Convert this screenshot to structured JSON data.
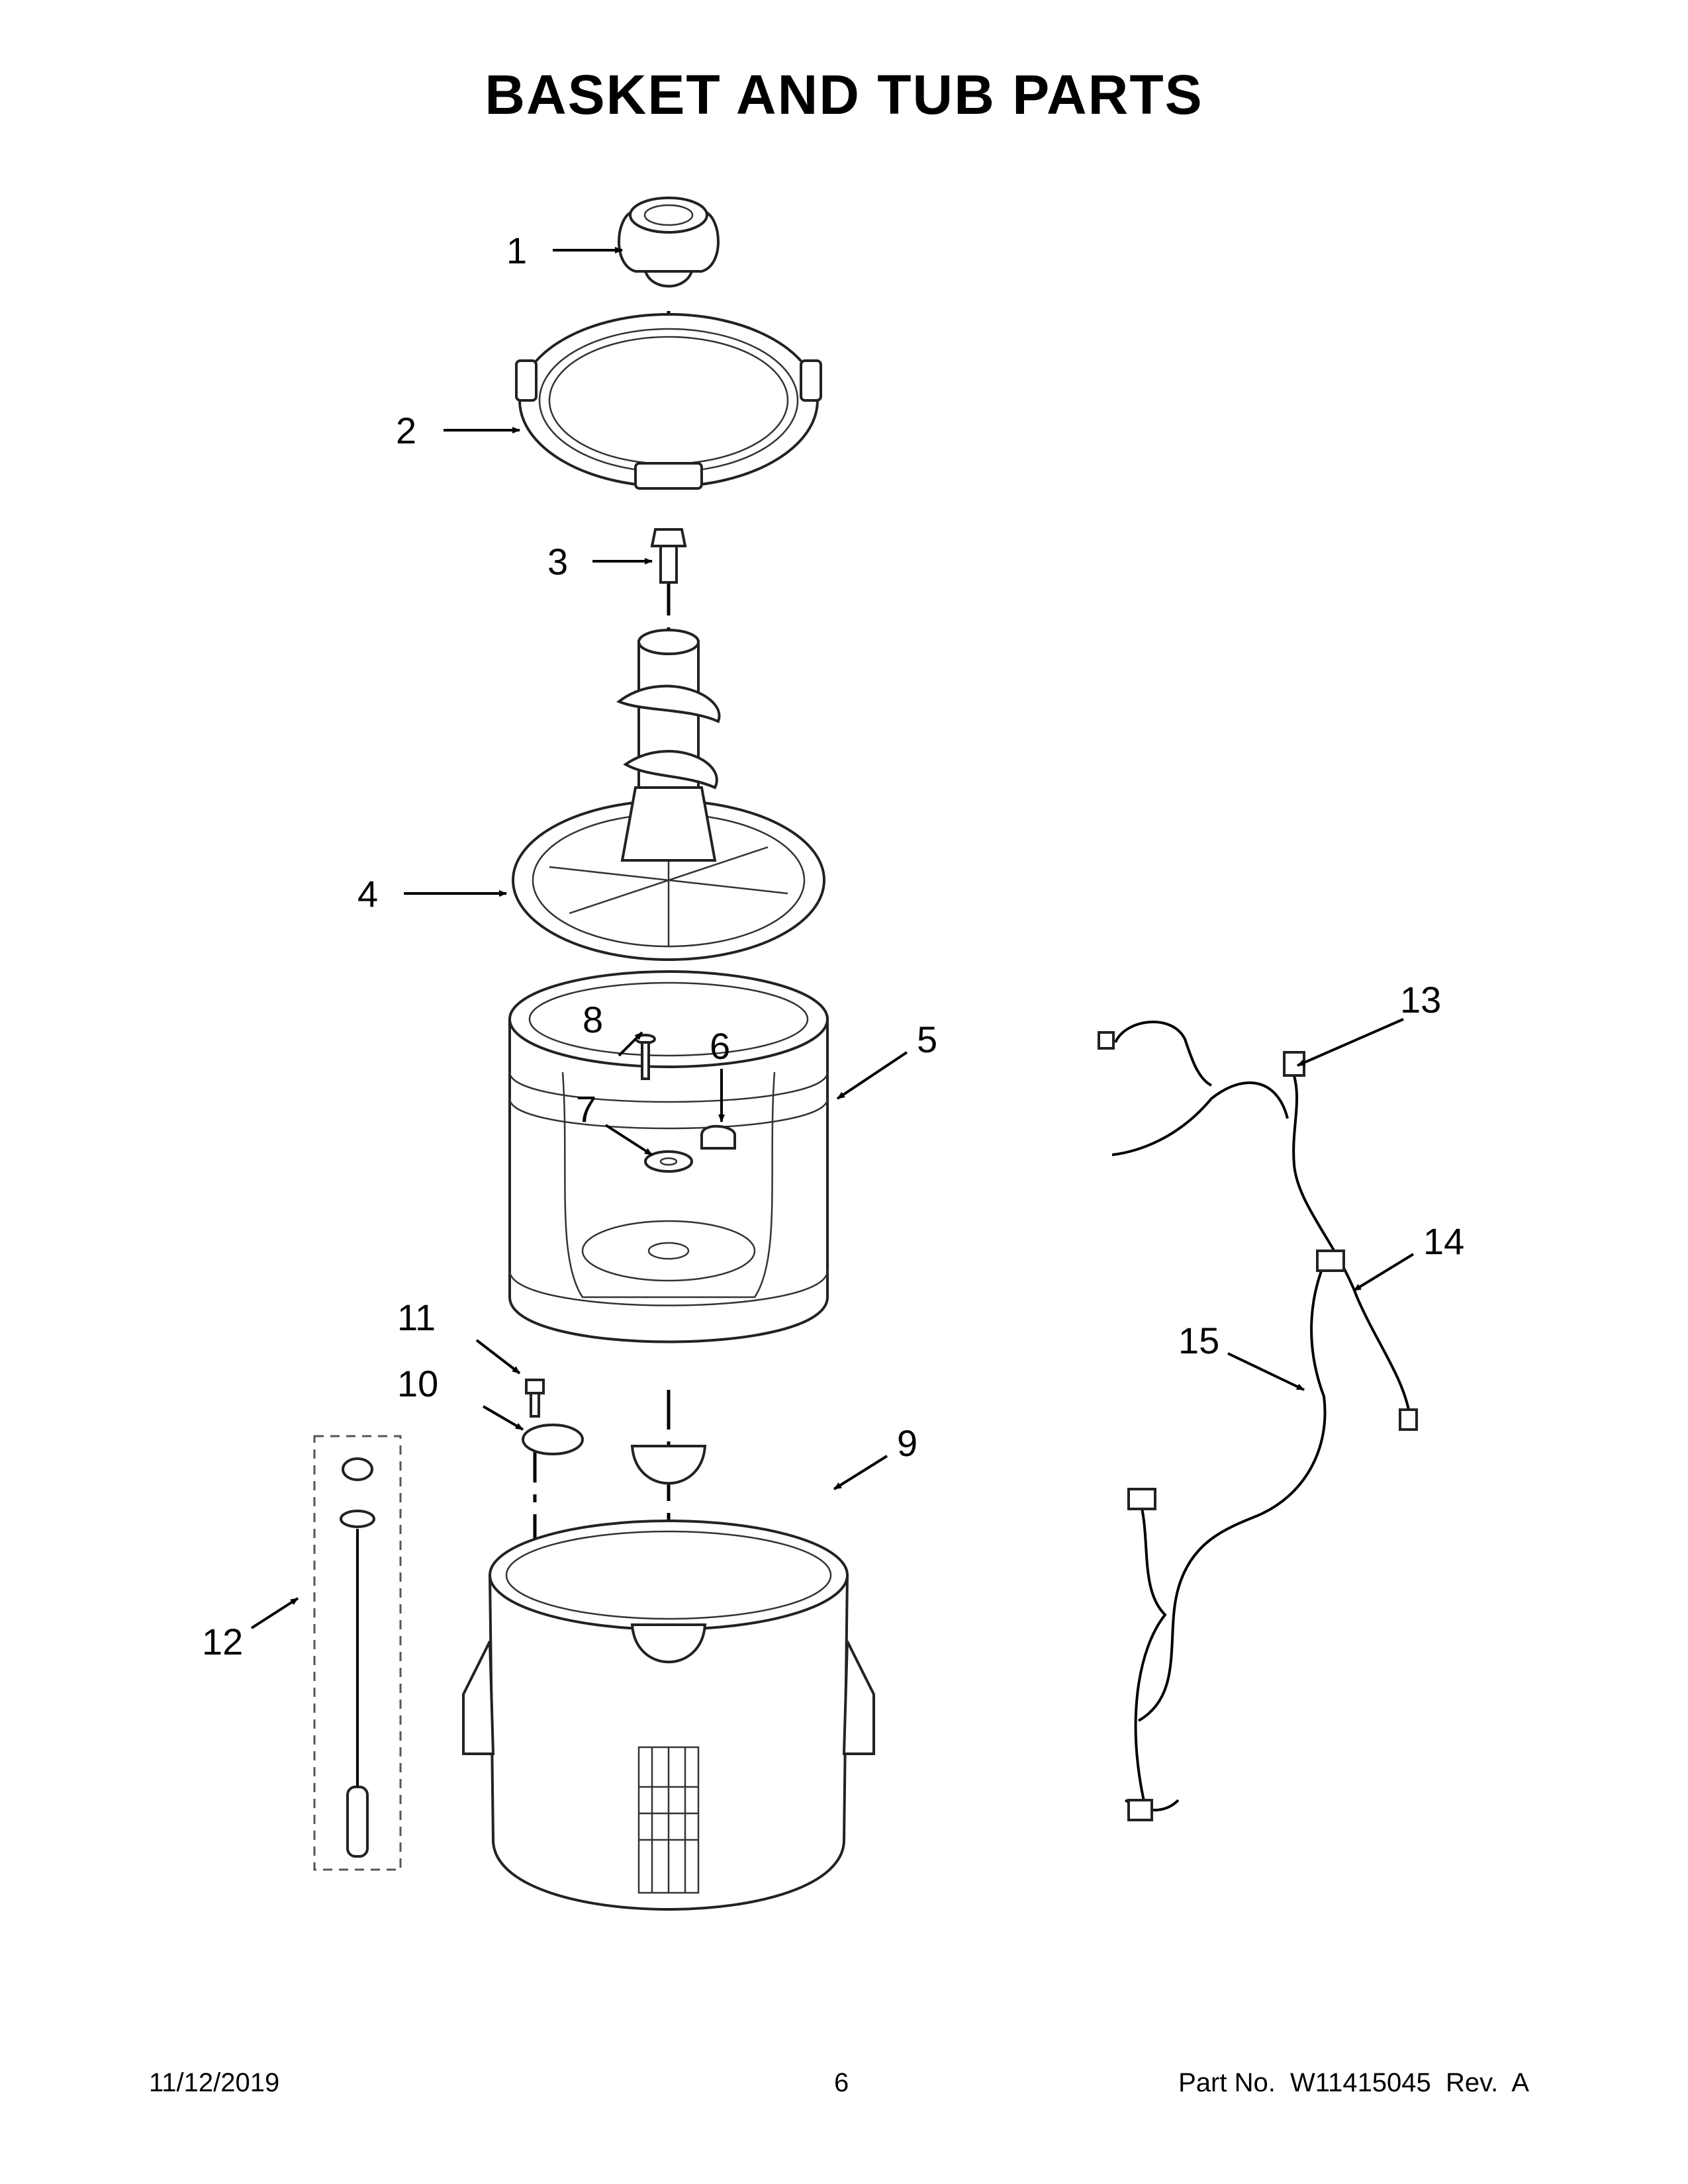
{
  "page": {
    "title": "BASKET AND TUB PARTS",
    "date": "11/12/2019",
    "page_number": "6",
    "part_number": "Part No.  W11415045  Rev.  A"
  },
  "callouts": [
    "1",
    "2",
    "3",
    "4",
    "5",
    "6",
    "7",
    "8",
    "9",
    "10",
    "11",
    "12",
    "13",
    "14",
    "15"
  ]
}
